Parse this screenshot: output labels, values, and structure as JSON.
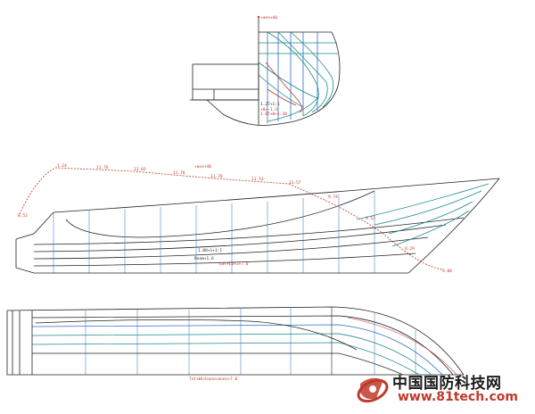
{
  "body_plan": {
    "top_label": "+ano+40",
    "inner_labels": [
      "1.27+1:1",
      "+0+-1.3",
      "1.07+0+1.30"
    ]
  },
  "profile_view": {
    "sheer_offsets": [
      "1.24",
      "11.76",
      "13.03",
      "11.76",
      "11.53",
      "13.57",
      "9.74",
      "9.53",
      "9.29",
      "9.08",
      "8.52"
    ],
    "note": "+ano+40",
    "waterline_labels": [
      "1.08+1+1:1",
      "Beam+1.6",
      "Lwl+Lp+2+7.0"
    ]
  },
  "plan_view": {
    "label": "Tot+Wid+ano+anos+7.0"
  },
  "watermark": {
    "name": "中国国防科技网",
    "url": "www.81tech.com",
    "colors": {
      "accent": "#c0392b",
      "text": "#1b1b1b"
    }
  }
}
